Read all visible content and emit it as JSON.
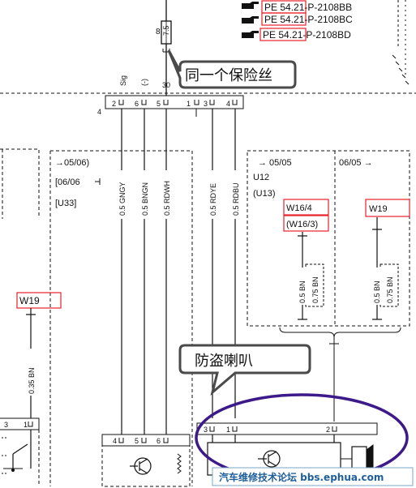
{
  "fuse": {
    "number": "8",
    "rating": "7.5"
  },
  "references": [
    {
      "icon": "pointing-hand-icon",
      "code": "PE 54.21-P-2108BB"
    },
    {
      "icon": "pointing-hand-icon",
      "code": "PE 54.21-P-2108BC"
    },
    {
      "icon": "pointing-hand-icon",
      "code": "PE 54.21-P-2108BD"
    }
  ],
  "callouts": {
    "same_fuse": "同一个保险丝",
    "alarm_horn": "防盗喇叭"
  },
  "connector_top": {
    "number": "4",
    "signals": [
      "Sig",
      "(-)",
      "30"
    ],
    "pins": [
      "2",
      "6",
      "5",
      "1",
      "3",
      "4"
    ]
  },
  "left_box": {
    "validity_1": "→05/06)",
    "validity_2": "[06/06",
    "unit": "[U33]"
  },
  "wires": [
    {
      "label": "0.5 GNGY"
    },
    {
      "label": "0.5 BNGN"
    },
    {
      "label": "0.5 RDWH"
    },
    {
      "label": "0.5 RDYE"
    },
    {
      "label": "0.5 RDBU"
    }
  ],
  "right_box": {
    "left_header": "→ 05/05",
    "right_header": "06/05 →",
    "unit_1": "U12",
    "unit_2": "(U13)",
    "ground_left_1": "W16/4",
    "ground_left_2": "(W16/3)",
    "ground_right": "W19",
    "wires": [
      {
        "label_a": "0.5 BN",
        "label_b": "0.75 BN"
      },
      {
        "label_a": "0.5 BN",
        "label_b": "0.75 BN"
      }
    ]
  },
  "left_ground": {
    "label": "W19",
    "wire": "0.35 BN"
  },
  "bottom_left_pins": [
    "3",
    "1"
  ],
  "bottom_mid_pins": [
    "4",
    "5",
    "6"
  ],
  "siren_pins": [
    "3",
    "1",
    "2"
  ],
  "watermark": {
    "text": "汽车维修技术论坛 bbs.ephua.com"
  },
  "colors": {
    "highlight": "#e8202a",
    "siren_circle": "#3d1a8a",
    "callout_fill": "#4a4a4a"
  }
}
